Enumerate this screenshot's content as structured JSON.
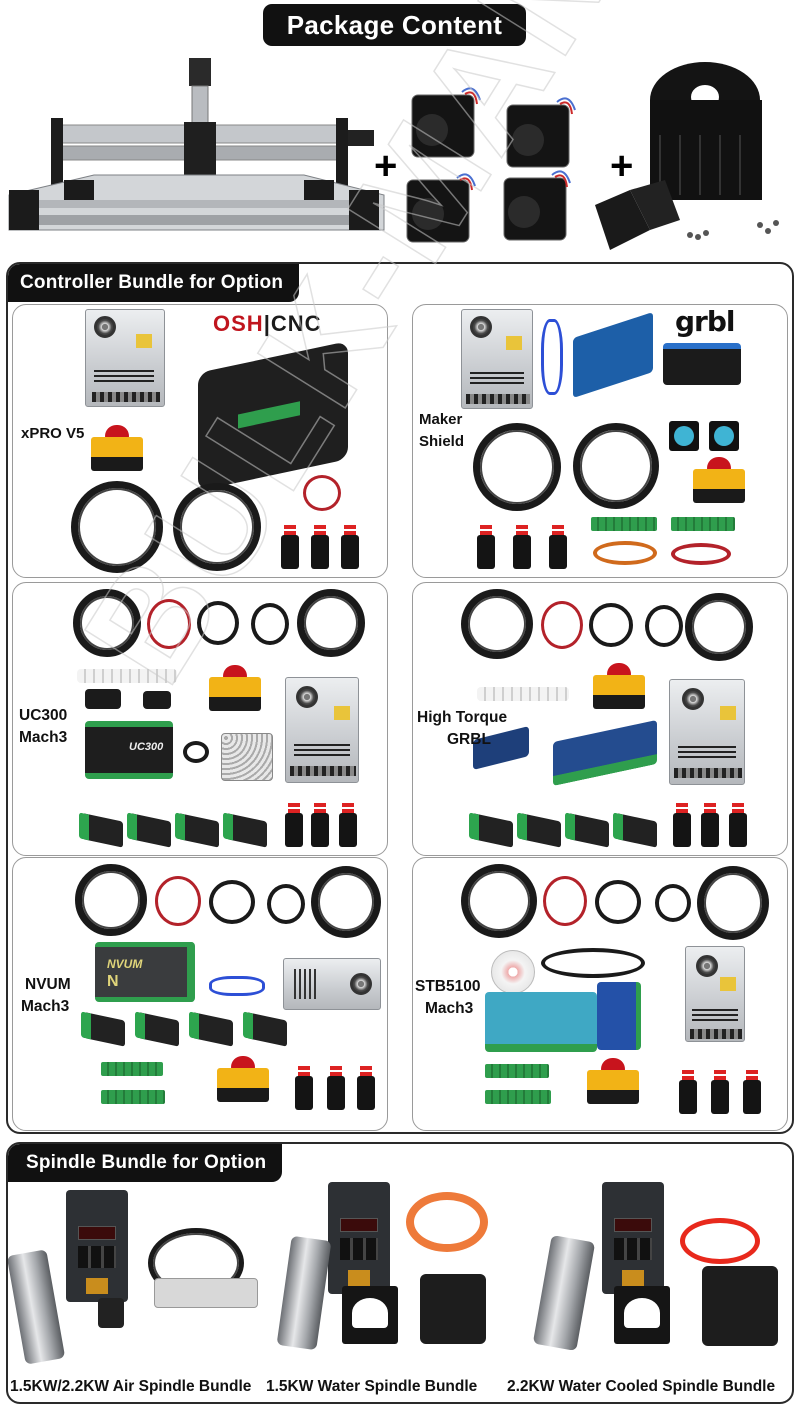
{
  "page": {
    "title": "Package Content",
    "watermark": "BULK-MAN 3D"
  },
  "hero": {
    "items": [
      {
        "name": "cnc-router-frame"
      },
      {
        "name": "stepper-motors",
        "count": 4
      },
      {
        "name": "drag-chain-and-brackets"
      }
    ],
    "plus_symbol": "+"
  },
  "controller_section": {
    "heading": "Controller Bundle for Option",
    "bundles": [
      {
        "label_line1": "xPRO V5",
        "label_line2": "",
        "brand_logo_a": "OSH",
        "brand_logo_b": "CNC"
      },
      {
        "label_line1": "Maker",
        "label_line2": "Shield",
        "brand_logo": "grbl"
      },
      {
        "label_line1": "UC300",
        "label_line2": "Mach3",
        "board_text": "UC300"
      },
      {
        "label_line1": "High Torque",
        "label_line2": "GRBL"
      },
      {
        "label_line1": "NVUM",
        "label_line2": "Mach3",
        "board_text": "NVUM"
      },
      {
        "label_line1": "STB5100",
        "label_line2": "Mach3"
      }
    ]
  },
  "spindle_section": {
    "heading": "Spindle Bundle for Option",
    "bundles": [
      {
        "caption": "1.5KW/2.2KW Air Spindle Bundle"
      },
      {
        "caption": "1.5KW Water Spindle Bundle"
      },
      {
        "caption": "2.2KW Water Cooled Spindle Bundle"
      }
    ]
  },
  "colors": {
    "heading_bg": "#111111",
    "heading_text": "#ffffff",
    "osh_red": "#c0151e",
    "estop_yellow": "#f2b316",
    "estop_red": "#c8141d",
    "terminal_green": "#2f9e4d",
    "usb_blue": "#2d4fd6"
  }
}
